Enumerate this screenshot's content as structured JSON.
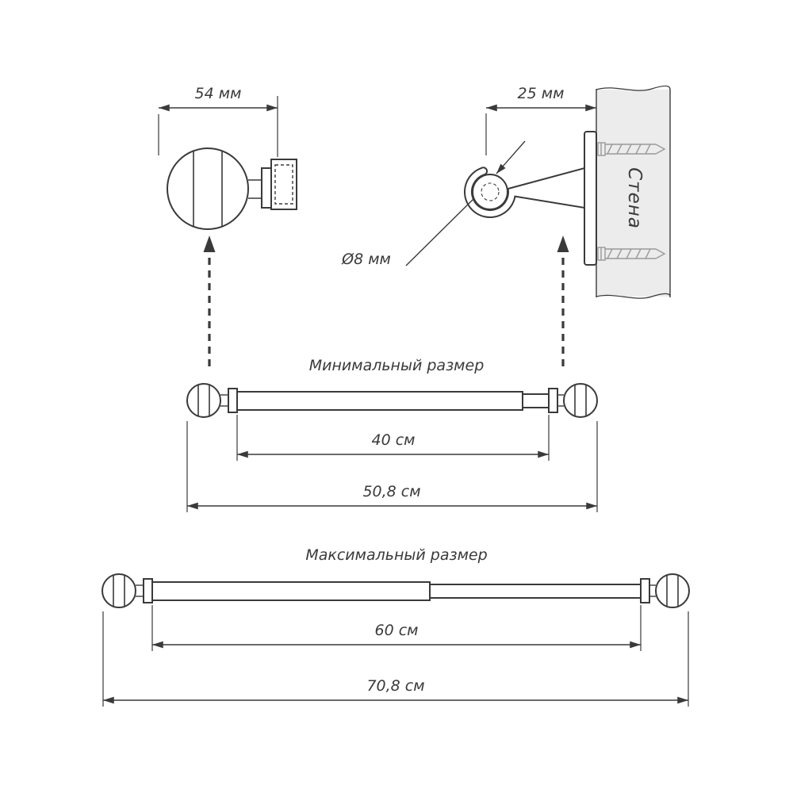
{
  "labels": {
    "finial_width": "54 мм",
    "bracket_depth": "25 мм",
    "rod_diameter": "Ø8 мм",
    "wall": "Стена"
  },
  "sections": {
    "min": {
      "title": "Минимальный размер",
      "inner_length": "40 см",
      "total_length": "50,8 см"
    },
    "max": {
      "title": "Максимальный размер",
      "inner_length": "60 см",
      "total_length": "70,8 см"
    }
  },
  "colors": {
    "line": "#3a3a3a",
    "wall_fill": "#ececec",
    "screw_line": "#9a9a9a",
    "background": "#ffffff"
  }
}
